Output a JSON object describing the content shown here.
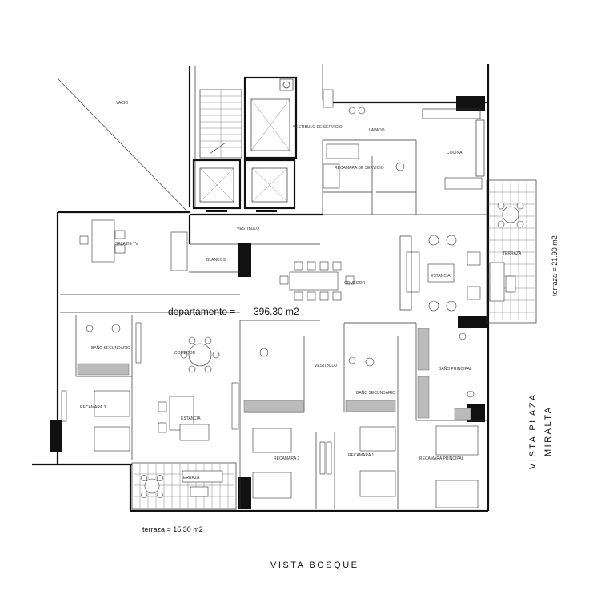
{
  "title": {
    "area_label": "departamento =",
    "area_value": "396.30 m2"
  },
  "views": {
    "bottom": "VISTA BOSQUE",
    "right_line1": "VISTA PLAZA",
    "right_line2": "MIRALTA"
  },
  "terraces": {
    "right_area": "terraza = 21.90 m2",
    "bottom_area": "terraza = 15.30 m2"
  },
  "rooms": {
    "vacio": "VACIO",
    "vestibulo_servicio": "VESTIBULO DE SERVICIO",
    "lavado": "LAVADO",
    "cocina": "COCINA",
    "recamara_servicio": "RECAMARA DE SERVICIO",
    "vestibulo_top": "VESTIBULO",
    "sala_tv": "SALA DE TV",
    "blancos": "BLANCOS",
    "comedor_main": "COMEDOR",
    "estancia_main": "ESTANCIA",
    "terraza_right": "TERRAZA",
    "bano_sec_left": "BAÑO SECUNDARIO",
    "comedor_left": "COMEDOR",
    "vestibulo_mid": "VESTIBULO",
    "bano_sec_right": "BAÑO SECUNDARIO",
    "bano_principal": "BAÑO PRINCIPAL",
    "recamara3": "RECAMARA 3",
    "estancia_left": "ESTANCIA",
    "recamara2": "RECAMARA 2",
    "recamara1": "RECAMARA 1",
    "recamara_principal": "RECAMARA PRINCIPAL",
    "terraza_bottom": "TERRAZA"
  }
}
